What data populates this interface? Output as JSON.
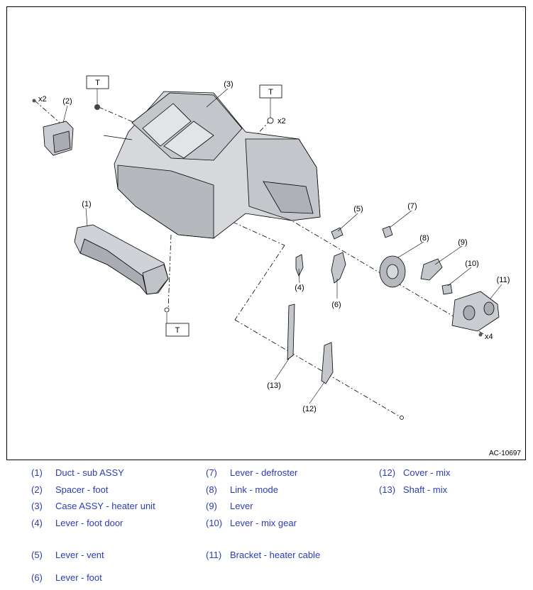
{
  "figure": {
    "code": "AC-10697",
    "colors": {
      "legend_text": "#2a3cb5",
      "line": "#000000",
      "part_fill": "#cfd2d6",
      "part_shade": "#a9adb2"
    },
    "callouts": [
      "(1)",
      "(2)",
      "(3)",
      "(4)",
      "(5)",
      "(6)",
      "(7)",
      "(8)",
      "(9)",
      "(10)",
      "(11)",
      "(12)",
      "(13)"
    ],
    "torque_mark": "T",
    "qty": {
      "spacer_screws": "x2",
      "case_screws": "x2",
      "bracket_screws": "x4"
    }
  },
  "legend": [
    {
      "num": "(1)",
      "label": "Duct - sub ASSY"
    },
    {
      "num": "(2)",
      "label": "Spacer - foot"
    },
    {
      "num": "(3)",
      "label": "Case ASSY - heater unit"
    },
    {
      "num": "(4)",
      "label": "Lever - foot door"
    },
    {
      "num": "(5)",
      "label": "Lever - vent"
    },
    {
      "num": "(6)",
      "label": "Lever - foot"
    },
    {
      "num": "(7)",
      "label": "Lever - defroster"
    },
    {
      "num": "(8)",
      "label": "Link - mode"
    },
    {
      "num": "(9)",
      "label": "Lever"
    },
    {
      "num": "(10)",
      "label": "Lever - mix gear"
    },
    {
      "num": "(11)",
      "label": "Bracket - heater cable"
    },
    {
      "num": "(12)",
      "label": "Cover - mix"
    },
    {
      "num": "(13)",
      "label": "Shaft - mix"
    }
  ]
}
